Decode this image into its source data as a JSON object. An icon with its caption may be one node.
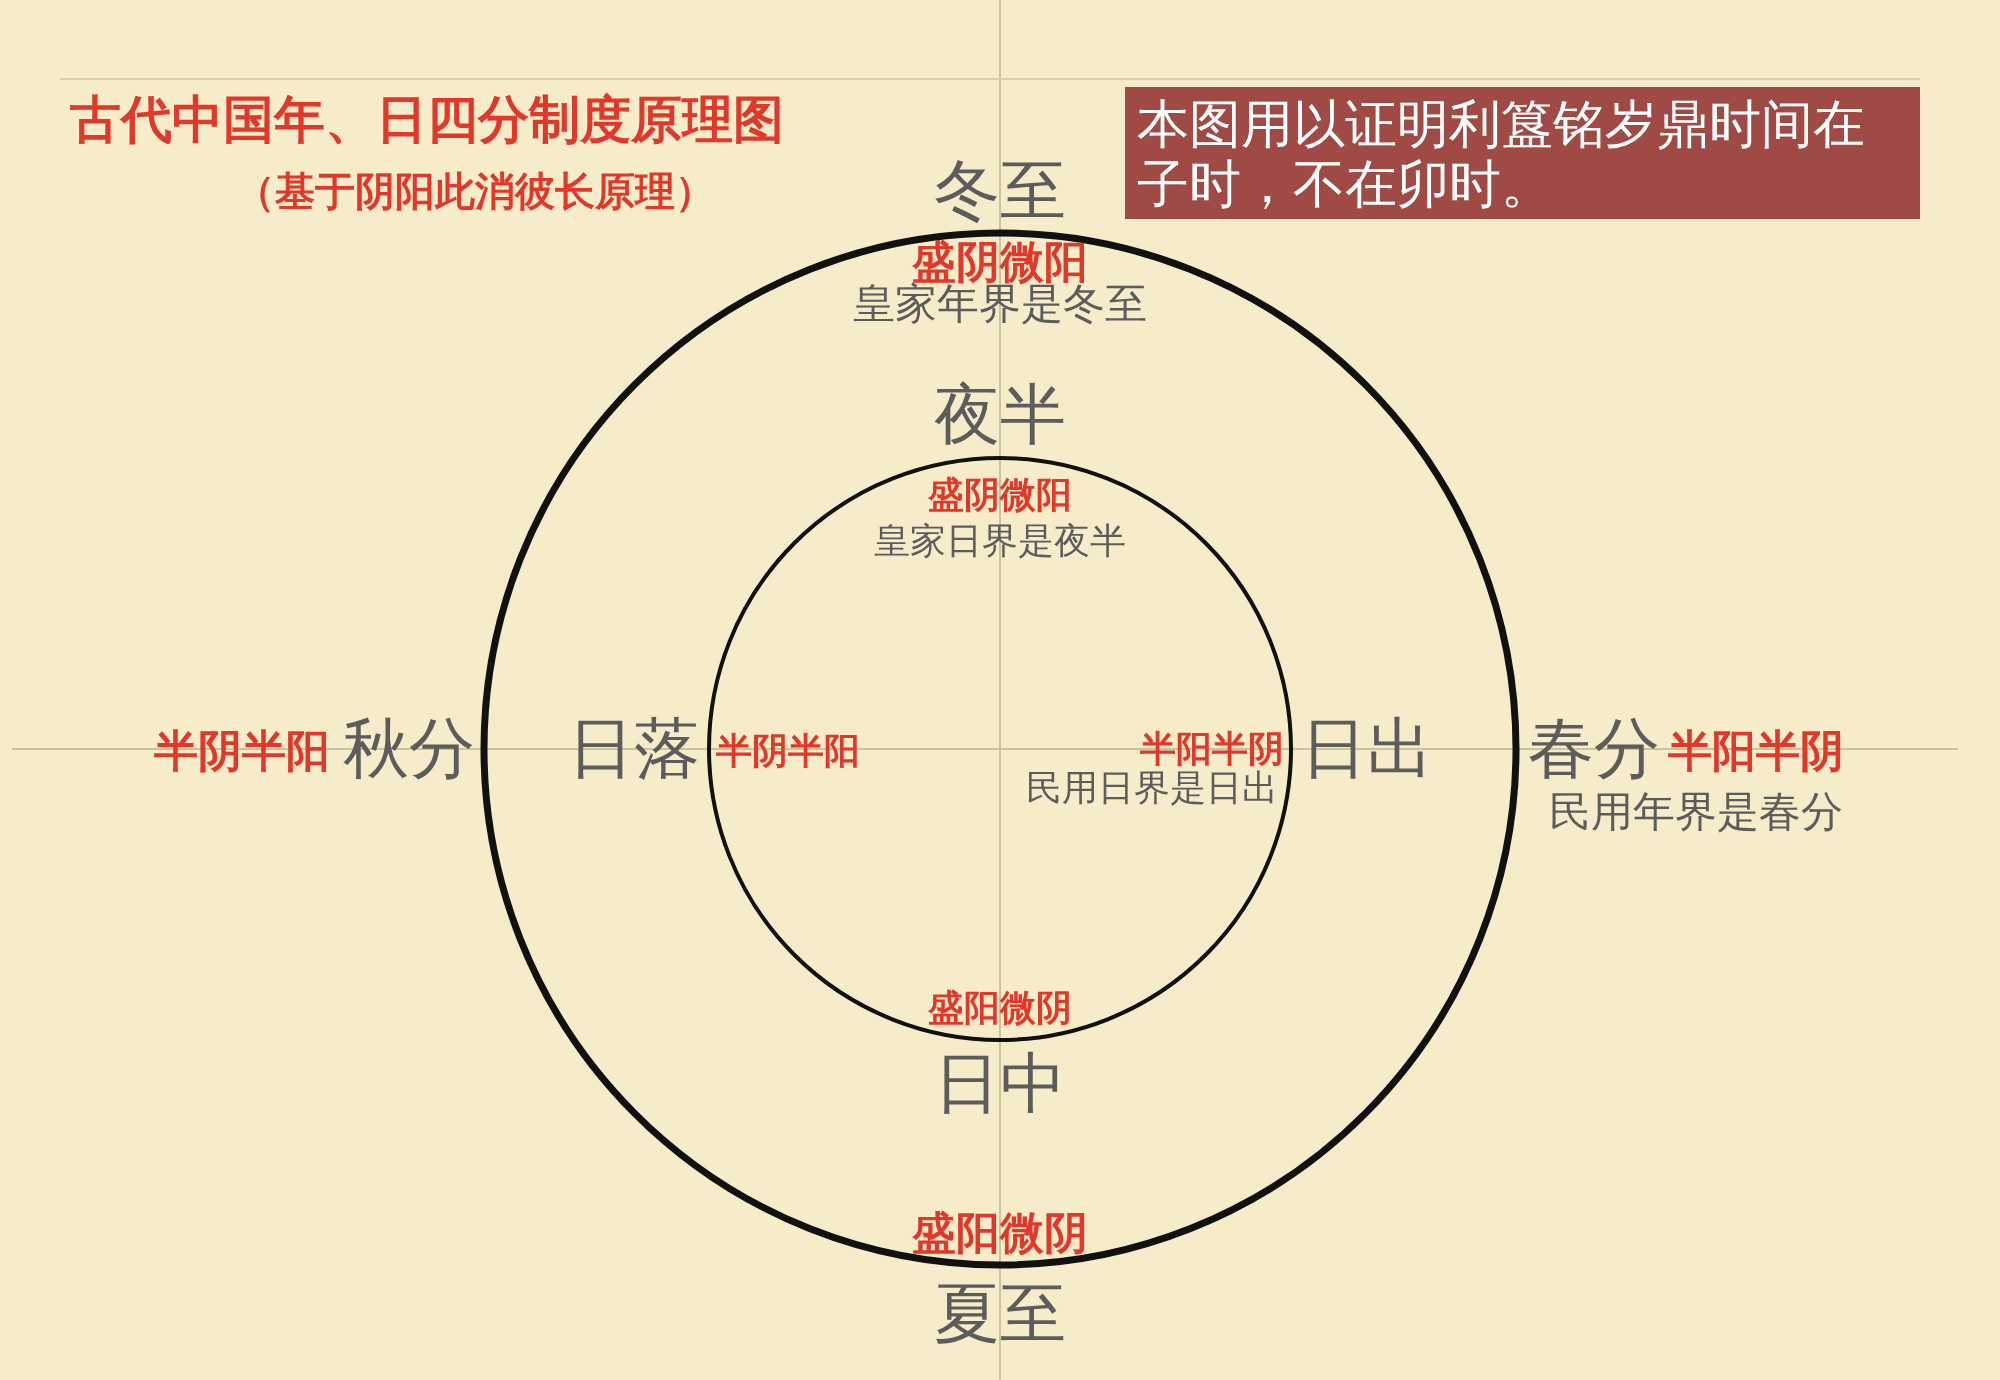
{
  "diagram": {
    "title": "古代中国年、日四分制度原理图",
    "nodes": [
      {
        "text": [
          "本图用以证明利簋铭岁鼎时间在子时，不在卯时。"
        ]
      }
    ],
    "labels": [
      "（基于阴阳此消彼长原理）",
      "冬至",
      "盛阴微阳",
      "皇家年界是冬至",
      "夜半",
      "盛阴微阳",
      "皇家日界是夜半",
      "半阴半阳",
      "秋分",
      "日落",
      "半阴半阳",
      "半阳半阴",
      "日出",
      "春分",
      "半阳半阴",
      "民用日界是日出",
      "民用年界是春分",
      "盛阳微阴",
      "日中",
      "盛阳微阴",
      "夏至"
    ]
  }
}
